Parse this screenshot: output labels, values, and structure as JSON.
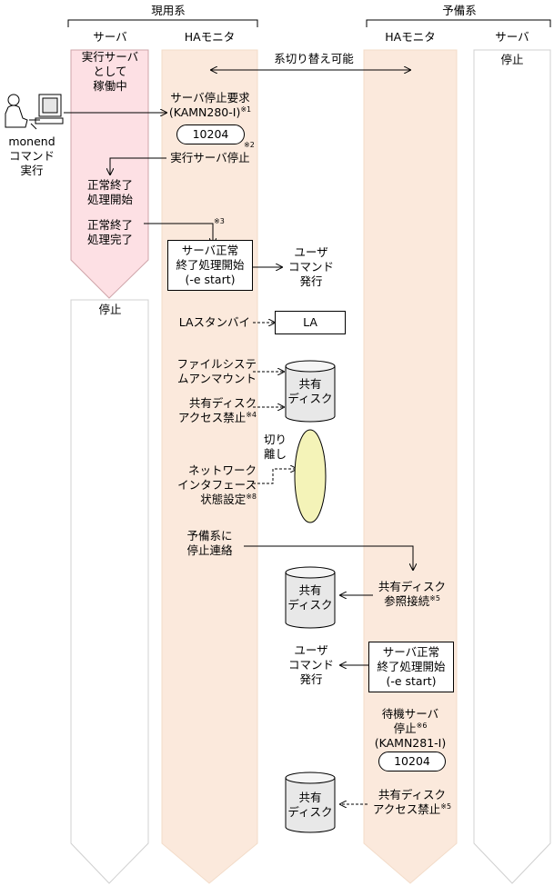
{
  "headers": {
    "active_system": "現用系",
    "standby_system": "予備系",
    "col_server_active": "サーバ",
    "col_ha_active": "HAモニタ",
    "col_ha_standby": "HAモニタ",
    "col_server_standby": "サーバ"
  },
  "active_server": {
    "running_l1": "実行サーバ",
    "running_l2": "として",
    "running_l3": "稼働中",
    "normal_end_start_l1": "正常終了",
    "normal_end_start_l2": "処理開始",
    "normal_end_done_l1": "正常終了",
    "normal_end_done_l2": "処理完了",
    "stopped": "停止"
  },
  "standby_server": {
    "stopped": "停止"
  },
  "operator": {
    "command": "monend",
    "exec_l1": "コマンド",
    "exec_l2": "実行"
  },
  "switchable": "系切り替え可能",
  "active_ha": {
    "stop_request": "サーバ停止要求",
    "stop_request_msg": "(KAMN280-I)",
    "note1": "※1",
    "code1": "10204",
    "note2": "※2",
    "exec_server_stop": "実行サーバ停止",
    "note3": "※3",
    "user_cmd_box_l1": "サーバ正常",
    "user_cmd_box_l2": "終了処理開始",
    "user_cmd_box_l3": "(-e start)",
    "la_standby": "LAスタンバイ",
    "fs_unmount_l1": "ファイルシステ",
    "fs_unmount_l2": "ムアンマウント",
    "disk_block_l1": "共有ディスク",
    "disk_block_l2": "アクセス禁止",
    "note4": "※4",
    "net_l1": "ネットワーク",
    "net_l2": "インタフェース",
    "net_l3": "状態設定",
    "note8": "※8",
    "notify_l1": "予備系に",
    "notify_l2": "停止連絡"
  },
  "middle": {
    "user_cmd_l1": "ユーザ",
    "user_cmd_l2": "コマンド",
    "user_cmd_l3": "発行",
    "la": "LA",
    "disk_l1": "共有",
    "disk_l2": "ディスク",
    "detach_l1": "切り",
    "detach_l2": "離し",
    "disk2_l1": "共有",
    "disk2_l2": "ディスク",
    "user_cmd2_l1": "ユーザ",
    "user_cmd2_l2": "コマンド",
    "user_cmd2_l3": "発行",
    "disk3_l1": "共有",
    "disk3_l2": "ディスク"
  },
  "standby_ha": {
    "ref_connect_l1": "共有ディスク",
    "ref_connect_l2": "参照接続",
    "note5a": "※5",
    "box_l1": "サーバ正常",
    "box_l2": "終了処理開始",
    "box_l3": "(-e start)",
    "wait_stop_l1": "待機サーバ",
    "wait_stop_l2": "停止",
    "note6": "※6",
    "wait_stop_msg": "(KAMN281-I)",
    "code2": "10204",
    "block_l1": "共有ディスク",
    "block_l2": "アクセス禁止",
    "note5b": "※5"
  },
  "colors": {
    "active_server_fill": "#fde0e4",
    "ha_fill": "#fbe9dc",
    "ellipse_fill": "#f4f3b8",
    "cylinder_fill": "#e8e8e8"
  }
}
